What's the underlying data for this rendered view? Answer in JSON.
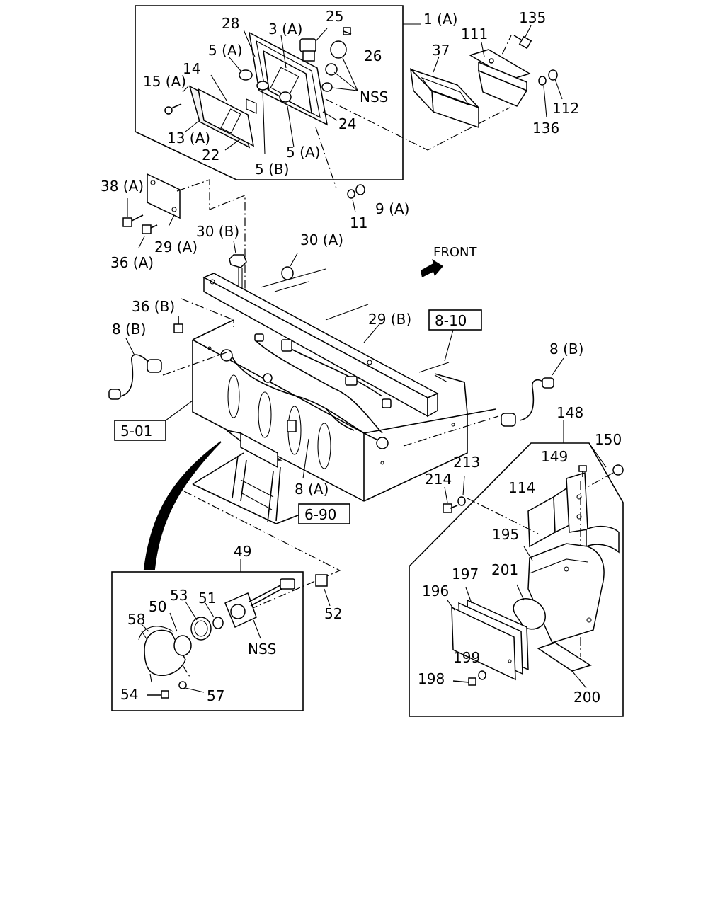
{
  "labels": {
    "l_1a": "1 (A)",
    "l_135": "135",
    "l_28": "28",
    "l_3a": "3 (A)",
    "l_25": "25",
    "l_111": "111",
    "l_26": "26",
    "l_37": "37",
    "l_5a_1": "5 (A)",
    "l_14": "14",
    "l_15a": "15 (A)",
    "l_nss_1": "NSS",
    "l_112": "112",
    "l_24": "24",
    "l_136": "136",
    "l_13a": "13 (A)",
    "l_5a_2": "5 (A)",
    "l_22": "22",
    "l_5b": "5 (B)",
    "l_38a": "38 (A)",
    "l_9a": "9 (A)",
    "l_11": "11",
    "l_30b": "30 (B)",
    "l_30a": "30 (A)",
    "l_29a": "29 (A)",
    "l_36a": "36 (A)",
    "l_front": "FRONT",
    "l_36b": "36 (B)",
    "l_29b": "29 (B)",
    "l_8b_1": "8 (B)",
    "l_8b_2": "8 (B)",
    "l_148": "148",
    "l_150": "150",
    "l_149": "149",
    "l_213": "213",
    "l_214": "214",
    "l_114": "114",
    "l_8a": "8 (A)",
    "l_195": "195",
    "l_49": "49",
    "l_197": "197",
    "l_201": "201",
    "l_53": "53",
    "l_51": "51",
    "l_196": "196",
    "l_50": "50",
    "l_58": "58",
    "l_52": "52",
    "l_nss_2": "NSS",
    "l_199": "199",
    "l_198": "198",
    "l_54": "54",
    "l_57": "57",
    "l_200": "200"
  },
  "refs": {
    "r_810": "8-10",
    "r_501": "5-01",
    "r_690": "6-90"
  }
}
